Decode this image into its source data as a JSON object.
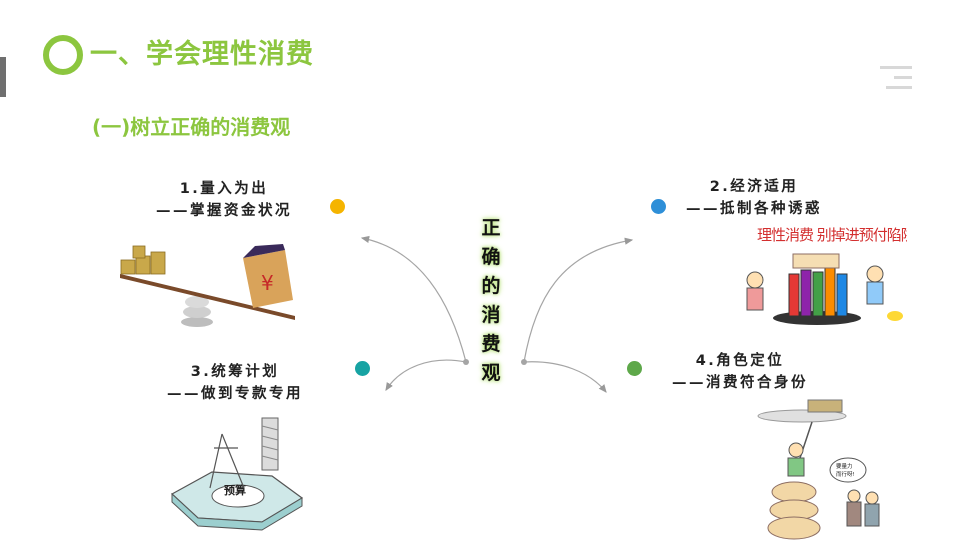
{
  "header": {
    "title": "一、学会理性消费",
    "subtitle": "(一)树立正确的消费观"
  },
  "center": {
    "chars": [
      "正",
      "确",
      "的",
      "消",
      "费",
      "观"
    ]
  },
  "items": [
    {
      "title": "1.量入为出",
      "desc": "——掌握资金状况",
      "dot_color": "#f5b400"
    },
    {
      "title": "2.经济适用",
      "desc": "——抵制各种诱惑",
      "dot_color": "#2e8fd8"
    },
    {
      "title": "3.统筹计划",
      "desc": "——做到专款专用",
      "dot_color": "#17a3a3"
    },
    {
      "title": "4.角色定位",
      "desc": "——消费符合身份",
      "dot_color": "#5ea84a"
    }
  ],
  "images": {
    "cartoon_banner": "理性消费 别掉进预付陷阱!",
    "budget_label": "预算",
    "speech_label": "要量力 而行呀!"
  },
  "icons": [
    "menu-icon",
    "ring-icon"
  ],
  "colors": {
    "accent": "#8cc63f",
    "text": "#222222"
  }
}
